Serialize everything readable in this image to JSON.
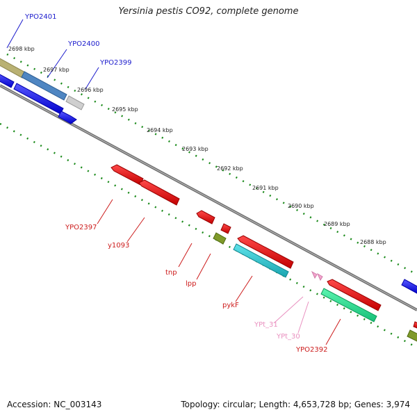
{
  "title": "Yersinia pestis CO92, complete genome",
  "footer": {
    "accession": "Accession: NC_003143",
    "summary": "Topology: circular; Length: 4,653,728 bp; Genes: 3,974"
  },
  "colors": {
    "backbone": "#8a8a8a",
    "tick": "#1a8a1a",
    "forward_label": "#1a1acc",
    "reverse_label": "#cc1a1a",
    "trna_label": "#e98fbf"
  },
  "tick_labels": [
    "2698 kbp",
    "2697 kbp",
    "2696 kbp",
    "2695 kbp",
    "2694 kbp",
    "2693 kbp",
    "2692 kbp",
    "2691 kbp",
    "2690 kbp",
    "2689 kbp",
    "2688 kbp"
  ],
  "gene_labels": [
    "YPO2401",
    "YPO2400",
    "YPO2399",
    "YPO2397",
    "y1093",
    "tnp",
    "lpp",
    "pykF",
    "YPt_31",
    "YPt_30",
    "YPO2392"
  ]
}
